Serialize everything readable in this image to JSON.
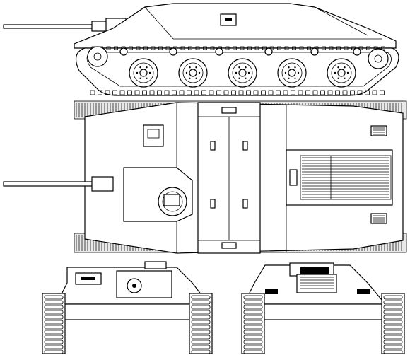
{
  "drawing": {
    "views": [
      {
        "id": "side",
        "label": ""
      },
      {
        "id": "top",
        "label": ""
      },
      {
        "id": "front",
        "label": ""
      },
      {
        "id": "rear",
        "label": ""
      }
    ],
    "colors": {
      "line": "#000000",
      "background": "#ffffff",
      "panel": "#e8e8e8"
    },
    "road_wheels_per_side": 5,
    "track_links_side_view": 40
  }
}
